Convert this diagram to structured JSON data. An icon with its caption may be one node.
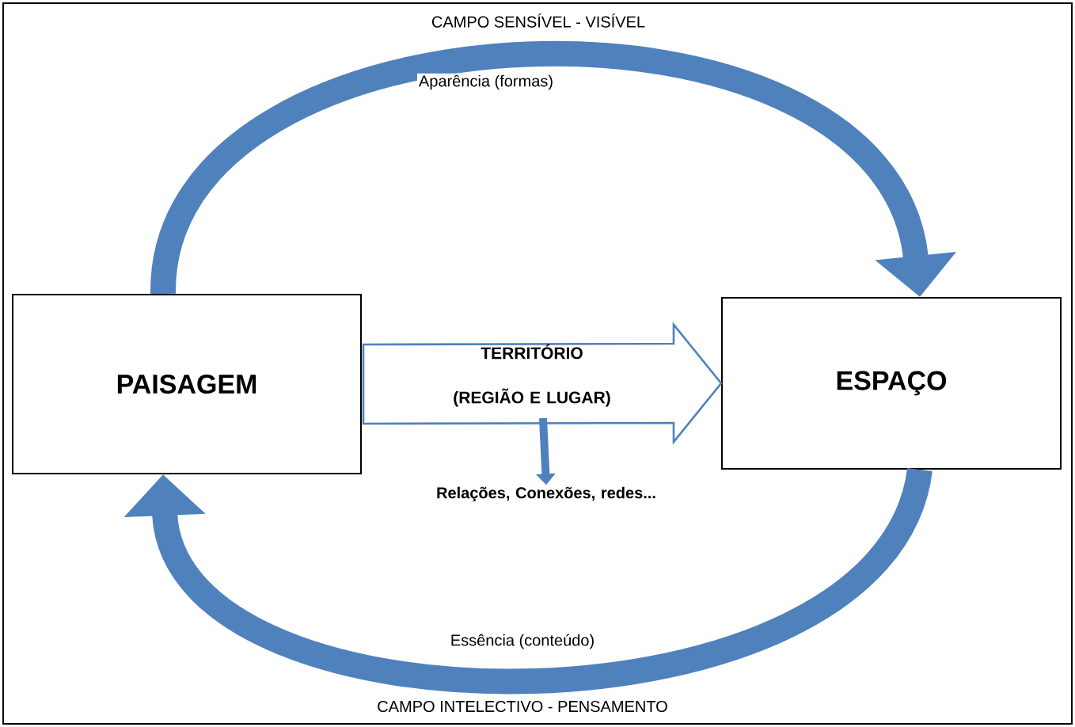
{
  "diagram": {
    "nodes": [
      {
        "text": [
          "PAISAGEM"
        ]
      },
      {
        "text": [
          "ESPAÇO"
        ]
      },
      {
        "text": [
          "Relações, Conexões, redes..."
        ]
      }
    ],
    "edges": [
      {
        "from": 0,
        "to": 1,
        "arrow": "to",
        "label": "TERRITÓRIO (REGIÃO E LUGAR)",
        "color": "#4f81bd"
      },
      {
        "from": null,
        "to": 2,
        "arrow": "to",
        "color": "#4f81bd"
      },
      {
        "from": 0,
        "to": 1,
        "arrow": "to",
        "label": "Aparência (formas)",
        "color": "#4f81bd"
      },
      {
        "from": 1,
        "to": 0,
        "arrow": "to",
        "label": "Essência (conteúdo)",
        "color": "#4f81bd"
      }
    ],
    "labels": [
      "CAMPO SENSÍVEL - VISÍVEL",
      "CAMPO INTELECTIVO - PENSAMENTO"
    ]
  }
}
